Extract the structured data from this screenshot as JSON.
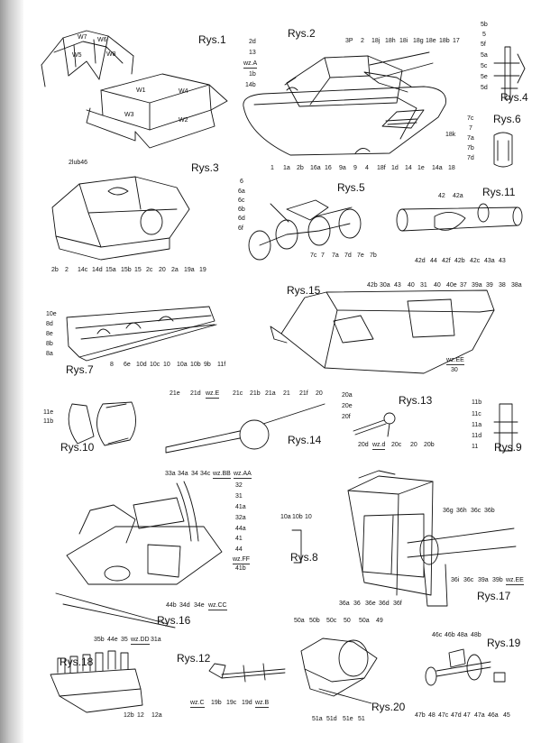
{
  "figures": {
    "rys1": "Rys.1",
    "rys2": "Rys.2",
    "rys3": "Rys.3",
    "rys4": "Rys.4",
    "rys5": "Rys.5",
    "rys6": "Rys.6",
    "rys7": "Rys.7",
    "rys8": "Rys.8",
    "rys9": "Rys.9",
    "rys10": "Rys.10",
    "rys11": "Rys.11",
    "rys12": "Rys.12",
    "rys13": "Rys.13",
    "rys14": "Rys.14",
    "rys15": "Rys.15",
    "rys16": "Rys.16",
    "rys17": "Rys.17",
    "rys18": "Rys.18",
    "rys19": "Rys.19",
    "rys20": "Rys.20"
  },
  "rys1_parts": [
    "W7",
    "W6",
    "W5",
    "W8",
    "W1",
    "W4",
    "W3",
    "W2"
  ],
  "rys2_top": [
    "3P",
    "2",
    "18j",
    "18h",
    "18i",
    "18g",
    "18e",
    "18b",
    "17"
  ],
  "rys2_left": [
    "2d",
    "13",
    "wz.A",
    "1b",
    "14b"
  ],
  "rys2_bottom": [
    "1",
    "1a",
    "2b",
    "16a",
    "16",
    "9a",
    "9",
    "4",
    "18f",
    "1d",
    "14",
    "1e",
    "14a",
    "18"
  ],
  "rys2_right": "18k",
  "rys3_top": "2lub46",
  "rys3_bottom": [
    "2b",
    "2",
    "14c",
    "14d",
    "15a",
    "15b",
    "15",
    "2c",
    "20",
    "2a",
    "19a",
    "19"
  ],
  "rys4_labels": [
    "5b",
    "5",
    "5f",
    "5a",
    "5c",
    "5e",
    "5d"
  ],
  "rys5_left": [
    "6",
    "6a",
    "6c",
    "6b",
    "6d",
    "6f"
  ],
  "rys5_bottom": [
    "7c",
    "7",
    "7a",
    "7d",
    "7e",
    "7b"
  ],
  "rys6_labels": [
    "7c",
    "7",
    "7a",
    "7b",
    "7d"
  ],
  "rys11_top": [
    "42",
    "42a"
  ],
  "rys11_bottom": [
    "42d",
    "44",
    "42f",
    "42b",
    "42c",
    "43a",
    "43"
  ],
  "rys15_top": [
    "42b",
    "30a",
    "43",
    "40",
    "31",
    "40",
    "40e",
    "37",
    "39a",
    "39",
    "38",
    "38a"
  ],
  "rys15_right": [
    "wz.EE",
    "30"
  ],
  "rys7_left": [
    "10e",
    "8d",
    "8e",
    "8b",
    "8a"
  ],
  "rys7_bottom": [
    "8",
    "6e",
    "10d",
    "10c",
    "10",
    "10a",
    "10b",
    "9b",
    "11f"
  ],
  "rys10_labels": [
    "11e",
    "11b"
  ],
  "rys14_top": [
    "21e",
    "21d",
    "wz.E",
    "21c",
    "21b",
    "21a",
    "21",
    "21f",
    "20"
  ],
  "rys13_left": [
    "20a",
    "20e",
    "20f"
  ],
  "rys13_bottom": [
    "20d",
    "wz.d",
    "20c",
    "20",
    "20b"
  ],
  "rys9_labels": [
    "11b",
    "11c",
    "11a",
    "11d",
    "11"
  ],
  "rys16_top": [
    "33a",
    "34a",
    "34",
    "34c",
    "wz.BB",
    "wz.AA"
  ],
  "rys16_right": [
    "32",
    "31",
    "41a",
    "32a",
    "44a",
    "41",
    "44",
    "wz.FF",
    "41b"
  ],
  "rys16_bottom": [
    "44b",
    "34d",
    "34e",
    "wz.CC"
  ],
  "rys16_bottom2": [
    "35b",
    "44e",
    "35",
    "wz.DD",
    "31a"
  ],
  "rys8_labels": [
    "10a",
    "10b",
    "10"
  ],
  "rys17_labels": [
    "36g",
    "36h",
    "36c",
    "36b"
  ],
  "rys17_mid": [
    "36i",
    "36c",
    "39a",
    "39b",
    "wz.EE"
  ],
  "rys17_bottom": [
    "36a",
    "36",
    "36e",
    "36d",
    "36f"
  ],
  "rys18_bottom": [
    "12b",
    "12",
    "12a"
  ],
  "rys12_bottom": [
    "wz.C",
    "19b",
    "19c",
    "19d",
    "wz.B"
  ],
  "rys20_top": [
    "50a",
    "50b",
    "50c",
    "50",
    "50a",
    "49"
  ],
  "rys20_bottom": [
    "51a",
    "51d",
    "51e",
    "51"
  ],
  "rys19_top": [
    "46c",
    "46b",
    "48a",
    "48b"
  ],
  "rys19_bottom": [
    "47b",
    "48",
    "47c",
    "47d",
    "47",
    "47a",
    "46a",
    "45"
  ]
}
